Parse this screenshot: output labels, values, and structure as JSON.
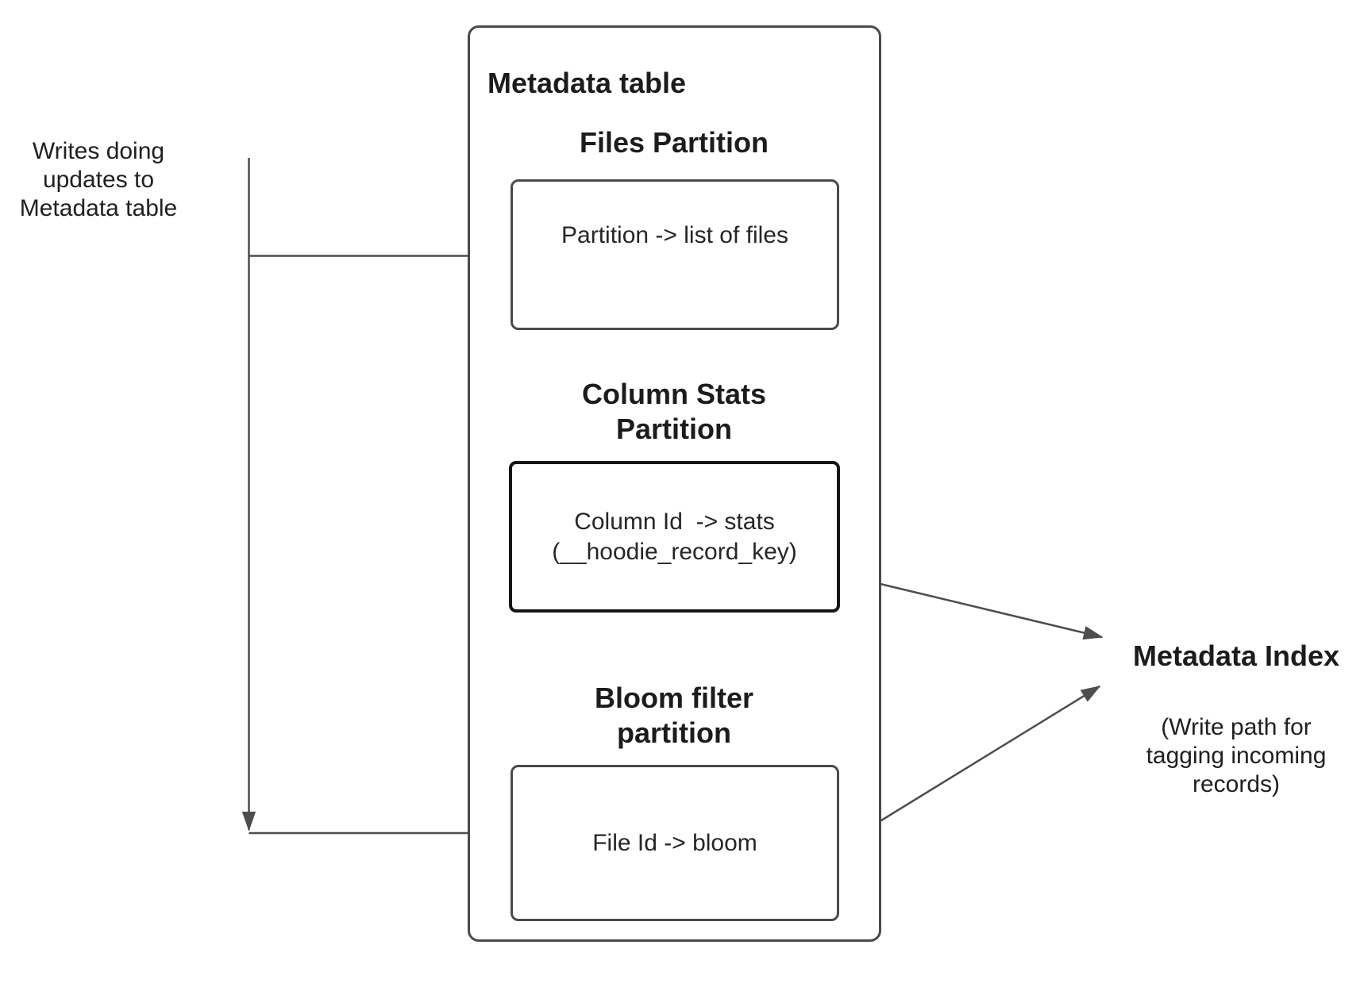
{
  "left_note": {
    "line1": "Writes doing",
    "line2": "updates to",
    "line3": "Metadata table"
  },
  "metadata_table": {
    "title": "Metadata table",
    "files": {
      "heading": "Files Partition",
      "label": "Partition -> list of files"
    },
    "column_stats": {
      "heading_line1": "Column Stats",
      "heading_line2": "Partition",
      "label_line1": "Column Id  -> stats",
      "label_line2": "(__hoodie_record_key)"
    },
    "bloom": {
      "heading_line1": "Bloom filter",
      "heading_line2": "partition",
      "label": "File Id -> bloom"
    }
  },
  "metadata_index": {
    "title": "Metadata Index",
    "subtitle_line1": "(Write path for",
    "subtitle_line2": "tagging incoming",
    "subtitle_line3": "records)"
  },
  "colors": {
    "background": "#ffffff",
    "connector_line": "#4d4d4d",
    "box_border": "#4a4a4a",
    "stats_box_border": "#161616",
    "text": "#202020",
    "heading_text": "#1c1c1c"
  }
}
